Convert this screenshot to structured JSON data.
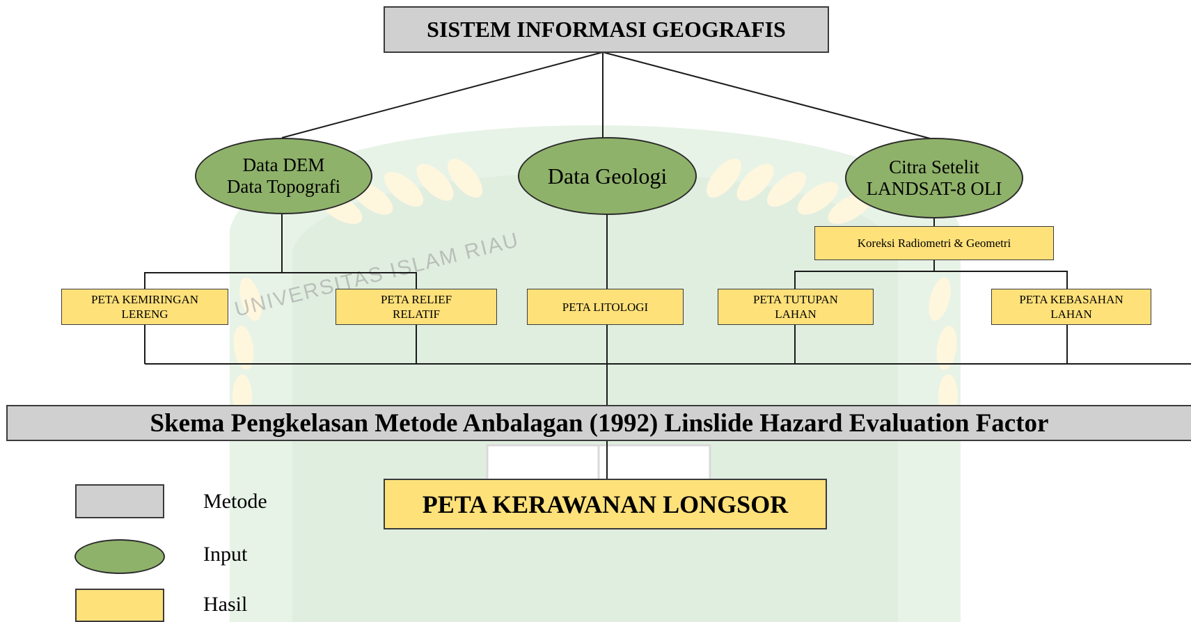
{
  "colors": {
    "method": "#d0d0d0",
    "input": "#8fb26a",
    "output": "#ffe17a",
    "line": "#1a1a1a"
  },
  "top": {
    "title": "SISTEM INFORMASI GEOGRAFIS"
  },
  "inputs": {
    "dem": "Data DEM\nData Topografi",
    "geologi": "Data Geologi",
    "citra": "Citra Setelit\nLANDSAT-8 OLI"
  },
  "process": {
    "koreksi": "Koreksi Radiometri & Geometri"
  },
  "outputs": {
    "kemiringan": "PETA KEMIRINGAN\nLERENG",
    "relief": "PETA RELIEF\nRELATIF",
    "litologi": "PETA LITOLOGI",
    "tutupan": "PETA TUTUPAN\nLAHAN",
    "kebasahan": "PETA KEBASAHAN\nLAHAN"
  },
  "scheme": {
    "label": "Skema Pengkelasan Metode Anbalagan (1992) Linslide Hazard Evaluation Factor"
  },
  "result": {
    "label": "PETA KERAWANAN LONGSOR"
  },
  "watermark": {
    "text": "UNIVERSITAS ISLAM RIAU"
  },
  "legend": [
    {
      "shape": "rect-gray",
      "label": "Metode"
    },
    {
      "shape": "ellipse-green",
      "label": "Input"
    },
    {
      "shape": "rect-yellow",
      "label": "Hasil"
    }
  ]
}
